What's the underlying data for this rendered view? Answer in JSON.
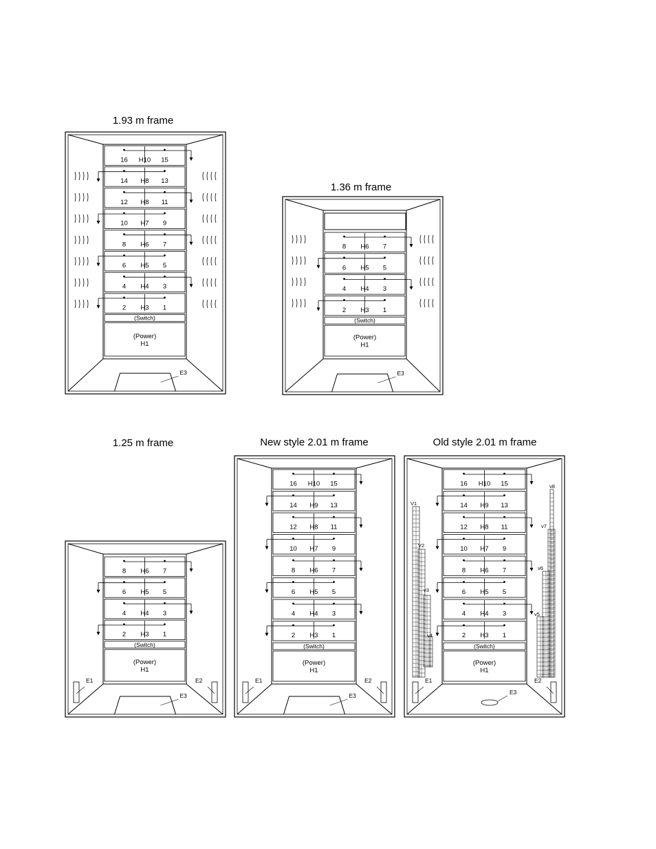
{
  "frames": [
    {
      "title": "1.93 m frame",
      "shelves": [
        {
          "label": "H10",
          "left": "16",
          "right": "15"
        },
        {
          "label": "H8",
          "left": "14",
          "right": "13"
        },
        {
          "label": "H8",
          "left": "12",
          "right": "11"
        },
        {
          "label": "H7",
          "left": "10",
          "right": "9"
        },
        {
          "label": "H6",
          "left": "8",
          "right": "7"
        },
        {
          "label": "H5",
          "left": "6",
          "right": "5"
        },
        {
          "label": "H4",
          "left": "4",
          "right": "3"
        },
        {
          "label": "H3",
          "left": "2",
          "right": "1"
        }
      ],
      "switch": "(Switch)",
      "power": "(Power)",
      "power_id": "H1",
      "e3": "E3"
    },
    {
      "title": "1.36 m frame",
      "shelves": [
        {
          "label": "H6",
          "left": "8",
          "right": "7"
        },
        {
          "label": "H5",
          "left": "6",
          "right": "5"
        },
        {
          "label": "H4",
          "left": "4",
          "right": "3"
        },
        {
          "label": "H3",
          "left": "2",
          "right": "1"
        }
      ],
      "switch": "(Switch)",
      "power": "(Power)",
      "power_id": "H1",
      "e3": "E3"
    },
    {
      "title": "1.25 m frame",
      "shelves": [
        {
          "label": "H6",
          "left": "8",
          "right": "7"
        },
        {
          "label": "H5",
          "left": "6",
          "right": "5"
        },
        {
          "label": "H4",
          "left": "4",
          "right": "3"
        },
        {
          "label": "H3",
          "left": "2",
          "right": "1"
        }
      ],
      "switch": "(Switch)",
      "power": "(Power)",
      "power_id": "H1",
      "e1": "E1",
      "e2": "E2",
      "e3": "E3"
    },
    {
      "title": "New style 2.01 m frame",
      "shelves": [
        {
          "label": "H10",
          "left": "16",
          "right": "15"
        },
        {
          "label": "H9",
          "left": "14",
          "right": "13"
        },
        {
          "label": "H8",
          "left": "12",
          "right": "11"
        },
        {
          "label": "H7",
          "left": "10",
          "right": "9"
        },
        {
          "label": "H6",
          "left": "8",
          "right": "7"
        },
        {
          "label": "H5",
          "left": "6",
          "right": "5"
        },
        {
          "label": "H4",
          "left": "4",
          "right": "3"
        },
        {
          "label": "H3",
          "left": "2",
          "right": "1"
        }
      ],
      "switch": "(Switch)",
      "power": "(Power)",
      "power_id": "H1",
      "e1": "E1",
      "e2": "E2",
      "e3": "E3"
    },
    {
      "title": "Old style 2.01 m frame",
      "shelves": [
        {
          "label": "H10",
          "left": "16",
          "right": "15"
        },
        {
          "label": "H9",
          "left": "14",
          "right": "13"
        },
        {
          "label": "H8",
          "left": "12",
          "right": "11"
        },
        {
          "label": "H7",
          "left": "10",
          "right": "9"
        },
        {
          "label": "H6",
          "left": "8",
          "right": "7"
        },
        {
          "label": "H5",
          "left": "6",
          "right": "5"
        },
        {
          "label": "H4",
          "left": "4",
          "right": "3"
        },
        {
          "label": "H3",
          "left": "2",
          "right": "1"
        }
      ],
      "switch": "(Switch)",
      "power": "(Power)",
      "power_id": "H1",
      "e1": "E1",
      "e2": "E2",
      "e3": "E3",
      "vents": [
        "V1",
        "V2",
        "v3",
        "v4",
        "v5",
        "v6",
        "v7",
        "v8"
      ]
    }
  ]
}
